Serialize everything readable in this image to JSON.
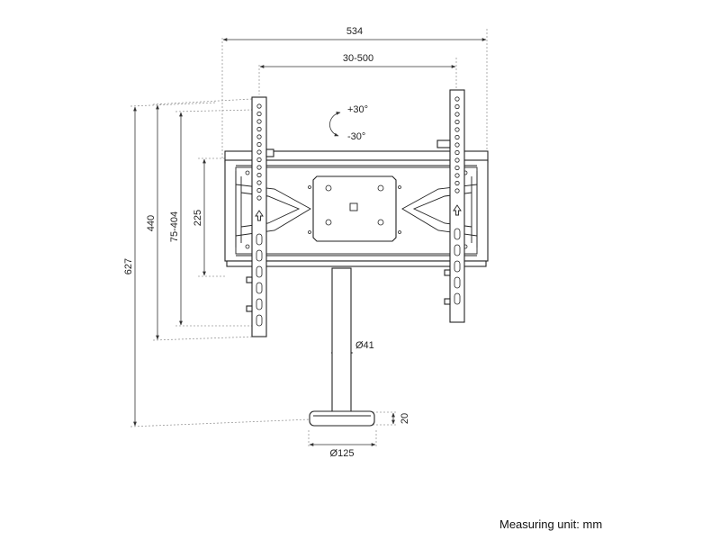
{
  "dimensions": {
    "overall_width": "534",
    "vesa_horizontal": "30-500",
    "height_upper": "440",
    "vesa_vertical": "75-404",
    "plate_height": "225",
    "overall_height": "627",
    "pole_diameter": "Ø41",
    "base_thickness": "20",
    "base_diameter": "Ø125"
  },
  "tilt": {
    "up": "+30°",
    "down": "-30°"
  },
  "footer": {
    "unit_label": "Measuring unit: mm"
  }
}
